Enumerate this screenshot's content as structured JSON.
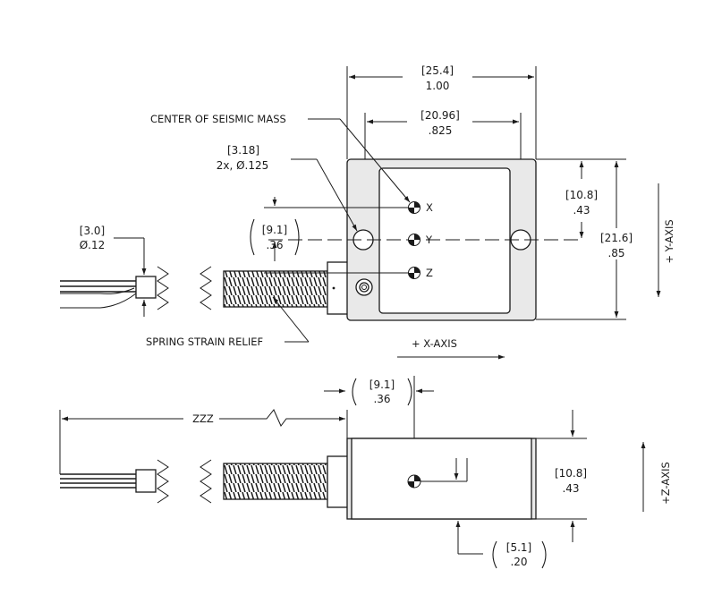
{
  "top_view": {
    "width_mm": "[25.4]",
    "width_in": "1.00",
    "hole_spacing_mm": "[20.96]",
    "hole_spacing_in": ".825",
    "center_label": "CENTER OF SEISMIC MASS",
    "hole_dia_mm": "[3.18]",
    "hole_dia_in": "2x,  Ø.125",
    "cable_dia_mm": "[3.0]",
    "cable_dia_in": "Ø.12",
    "y_offset_mm": "[9.1]",
    "y_offset_in": ".36",
    "half_height_mm": "[10.8]",
    "half_height_in": ".43",
    "height_mm": "[21.6]",
    "height_in": ".85",
    "x_label": "X",
    "y_label": "Y",
    "z_label": "Z",
    "strain_relief_label": "SPRING STRAIN RELIEF",
    "y_axis_label": "+ Y-AXIS",
    "x_axis_label": "+ X-AXIS"
  },
  "side_view": {
    "offset_mm": "[9.1]",
    "offset_in": ".36",
    "length_label": "ZZZ",
    "thickness_mm": "[10.8]",
    "thickness_in": ".43",
    "z_offset_mm": "[5.1]",
    "z_offset_in": ".20",
    "z_axis_label": "+Z-AXIS"
  }
}
